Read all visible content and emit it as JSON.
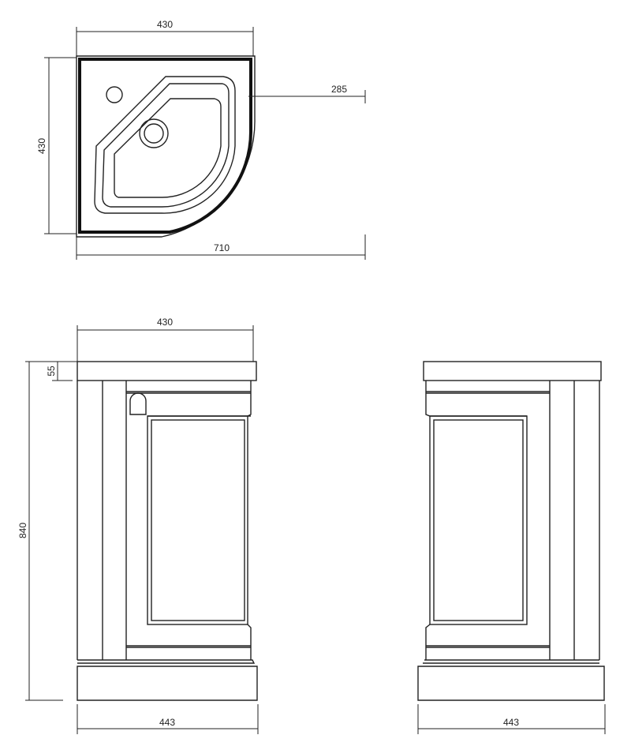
{
  "plan_view": {
    "width_label": "430",
    "depth_label": "430",
    "offset_label": "285",
    "diagonal_label": "710"
  },
  "front_view": {
    "width_label": "430",
    "top_thickness_label": "55",
    "height_label": "840",
    "base_width_label": "443"
  },
  "side_view": {
    "base_width_label": "443"
  }
}
